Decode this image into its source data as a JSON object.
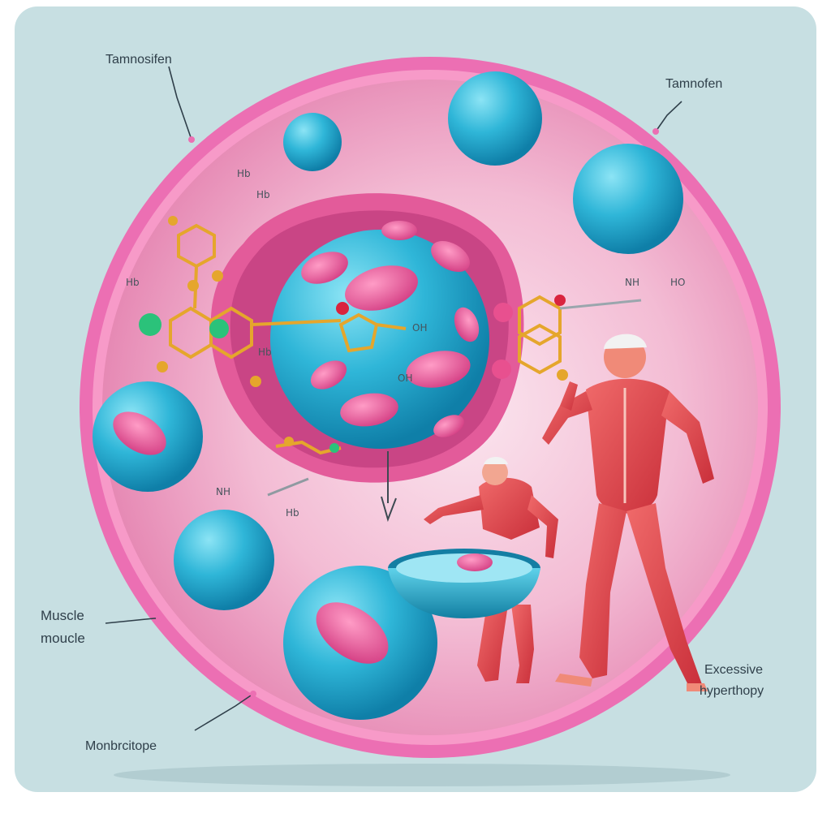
{
  "labels": {
    "top_left": "Tamnosifen",
    "top_right": "Tamnofen",
    "left_line1": "Muscle",
    "left_line2": "moucle",
    "bottom_left": "Monbrcitope",
    "right_line1": "Excessive",
    "right_line2": "hyperthopy"
  },
  "molecule_labels": {
    "a": "Hb",
    "b": "Hb",
    "c": "Hb",
    "d": "Hb",
    "e": "OH",
    "f": "OH",
    "g": "NH",
    "h": "HO",
    "i": "NH",
    "j": "Hb"
  },
  "colors": {
    "background": "#c7dfe2",
    "cell_membrane": "#ec6fb3",
    "cell_interior": "#f4c3d9",
    "nucleus": "#2fb6d8",
    "inclusion": "#e8508f",
    "muscle": "#e0404b",
    "molecule_bond": "#e5a62c"
  }
}
